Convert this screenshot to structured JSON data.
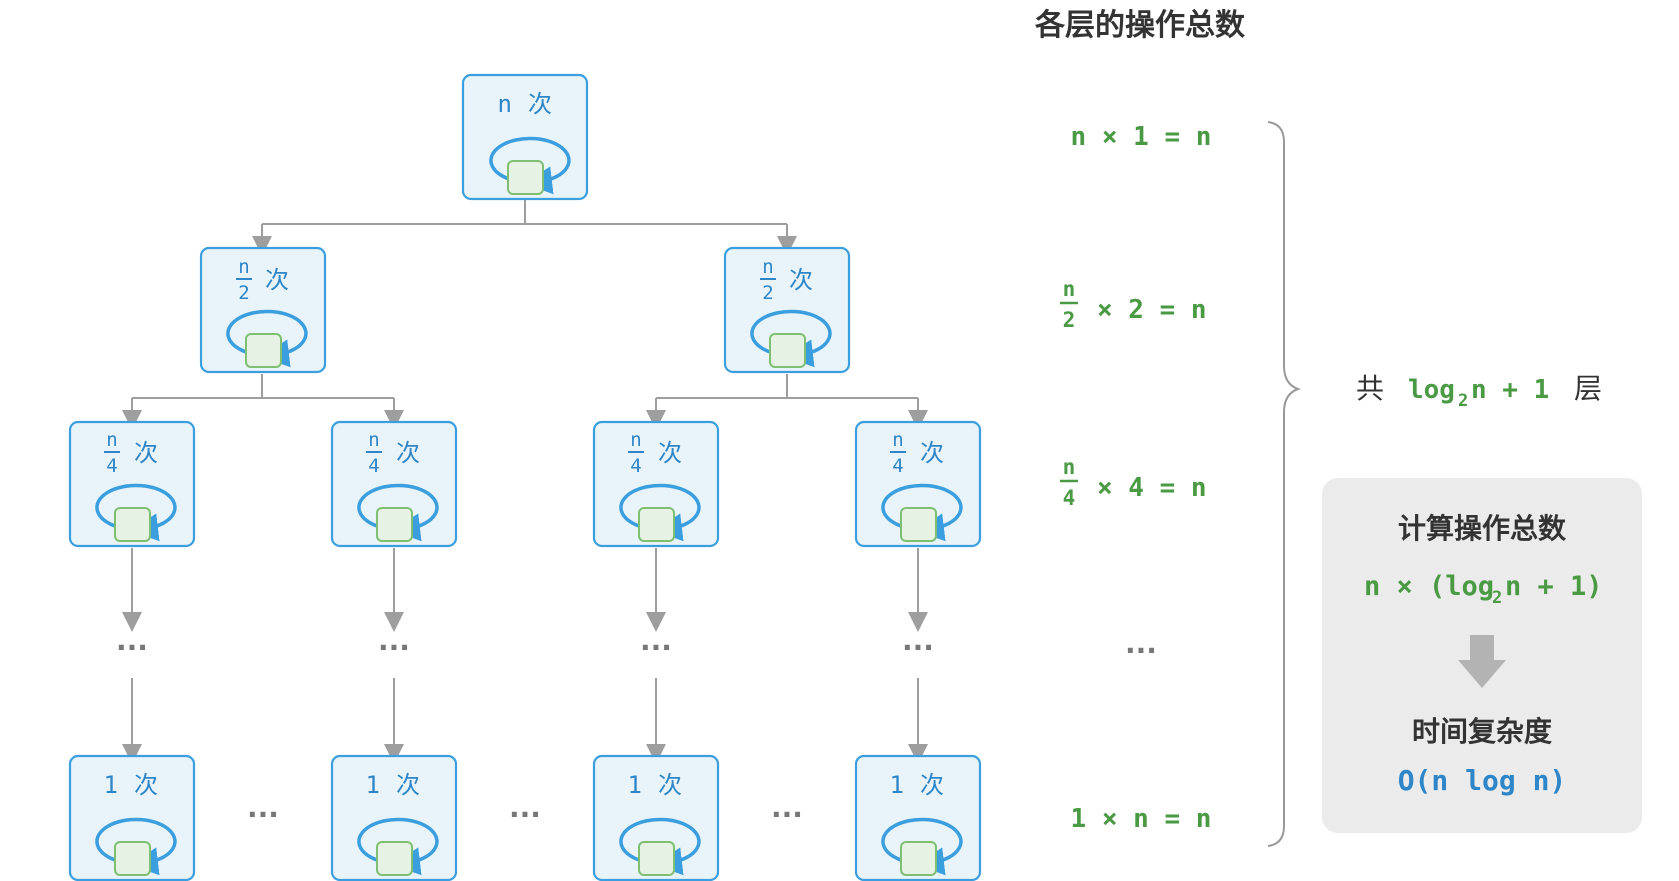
{
  "header": {
    "title": "各层的操作总数"
  },
  "tree": {
    "times_unit": "次",
    "root_label": "n",
    "level2_fraction": {
      "numerator": "n",
      "denominator": "2"
    },
    "level3_fraction": {
      "numerator": "n",
      "denominator": "4"
    },
    "leaf_label": "1",
    "ellipsis": "···"
  },
  "levels": {
    "row1": "n × 1 = n",
    "row2": {
      "numerator": "n",
      "denominator": "2",
      "rest": "× 2 = n"
    },
    "row3": {
      "numerator": "n",
      "denominator": "4",
      "rest": "× 4 = n"
    },
    "row_dots": "···",
    "row_last": "1 × n = n"
  },
  "layer_count": {
    "prefix": "共",
    "expr_log": "log",
    "expr_base": "2",
    "expr_rest": "n + 1",
    "suffix": "层"
  },
  "panel": {
    "title": "计算操作总数",
    "formula_prefix": "n × (log",
    "formula_base": "2",
    "formula_suffix": "n + 1)",
    "result_title": "时间复杂度",
    "result": "O(n log n)"
  },
  "colors": {
    "node_fill": "#e8f4fa",
    "node_stroke": "#3b9ede",
    "loop": "#3b9ede",
    "inner_box": "#e6f2e3",
    "green_text": "#4a9a44",
    "blue_text": "#2e86c9",
    "edge": "#9e9e9e",
    "panel_bg": "#ebebeb",
    "arrow": "#b3b3b3"
  },
  "icons": {
    "panel_arrow": "down-arrow-icon",
    "loop": "loop-arrow-icon"
  }
}
